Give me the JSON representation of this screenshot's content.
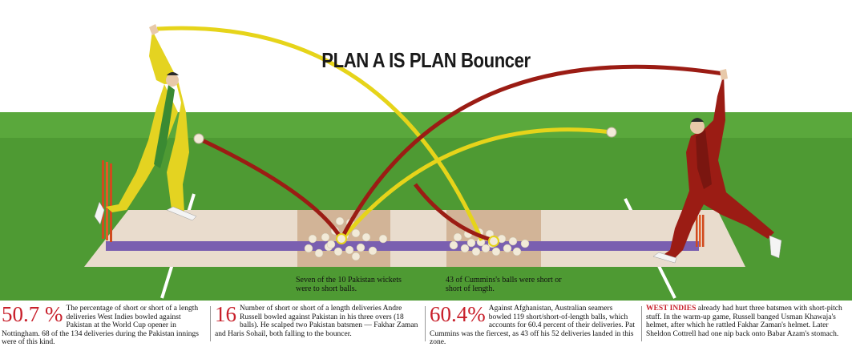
{
  "title": "PLAN A IS PLAN Bouncer",
  "captions": {
    "left": "Seven of the 10 Pakistan wickets were to short balls.",
    "right": "43 of Cummins's balls were short or short of length."
  },
  "stats": [
    {
      "number": "50.7 %",
      "text": "The percentage of short or short of a length deliveries West Indies bowled against Pakistan at the World Cup opener in Nottingham. 68 of the 134 deliveries during the Pakistan innings were of this kind."
    },
    {
      "number": "16",
      "text": "Number of short or short of a length deliveries Andre Russell bowled against Pakistan in his three overs (18 balls). He scalped two Pakistan batsmen — Fakhar Zaman and Haris Sohail, both falling to the bouncer."
    },
    {
      "number": "60.4%",
      "text": "Against Afghanistan, Australian seamers bowled 119 short/short-of-length balls, which accounts for 60.4 percent of their deliveries. Pat Cummins was the fiercest, as 43 off his 52 deliveries landed in this zone."
    },
    {
      "lead": "WEST INDIES",
      "text": " already had hurt three batsmen with short-pitch stuff. In the warm-up game, Russell banged Usman Khawaja's helmet, after which he rattled Fakhar Zaman's helmet. Later Sheldon Cottrell had one nip back onto Babar Azam's stomach."
    }
  ],
  "colors": {
    "accent": "#c8202b",
    "trajectory_yellow": "#e6d41a",
    "trajectory_red": "#9b1c14",
    "grass": "#4e9a33",
    "pitch": "#e9dccd",
    "crease": "#7a5fb0"
  }
}
